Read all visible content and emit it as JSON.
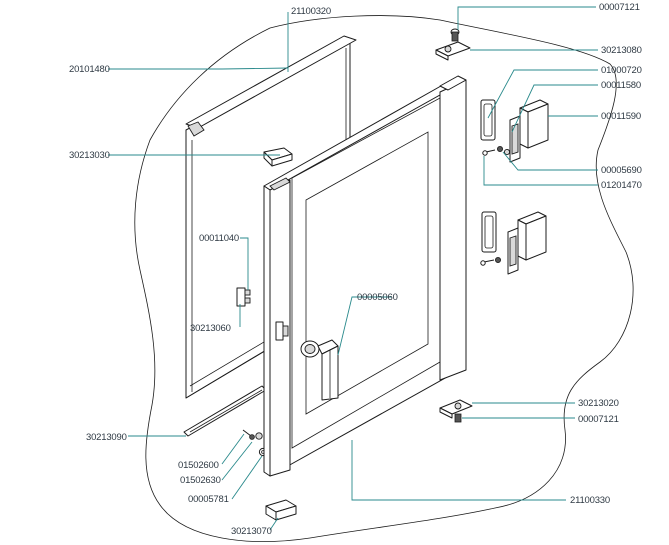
{
  "labels": {
    "p20101480": "20101480",
    "p21100320": "21100320",
    "p00007121_top": "00007121",
    "p30213080": "30213080",
    "p01000720": "01000720",
    "p00011580": "00011580",
    "p00011590": "00011590",
    "p00005690": "00005690",
    "p01201470": "01201470",
    "p30213030": "30213030",
    "p00011040": "00011040",
    "p30213060": "30213060",
    "p00005060": "00005060",
    "p30213090": "30213090",
    "p30213020": "30213020",
    "p00007121_bottom": "00007121",
    "p01502600": "01502600",
    "p01502630": "01502630",
    "p00005781": "00005781",
    "p21100330": "21100330",
    "p30213070": "30213070"
  },
  "colors": {
    "leader": "#2a8a8c",
    "label_text": "#2f3a44",
    "outline": "#1c1c1c"
  }
}
